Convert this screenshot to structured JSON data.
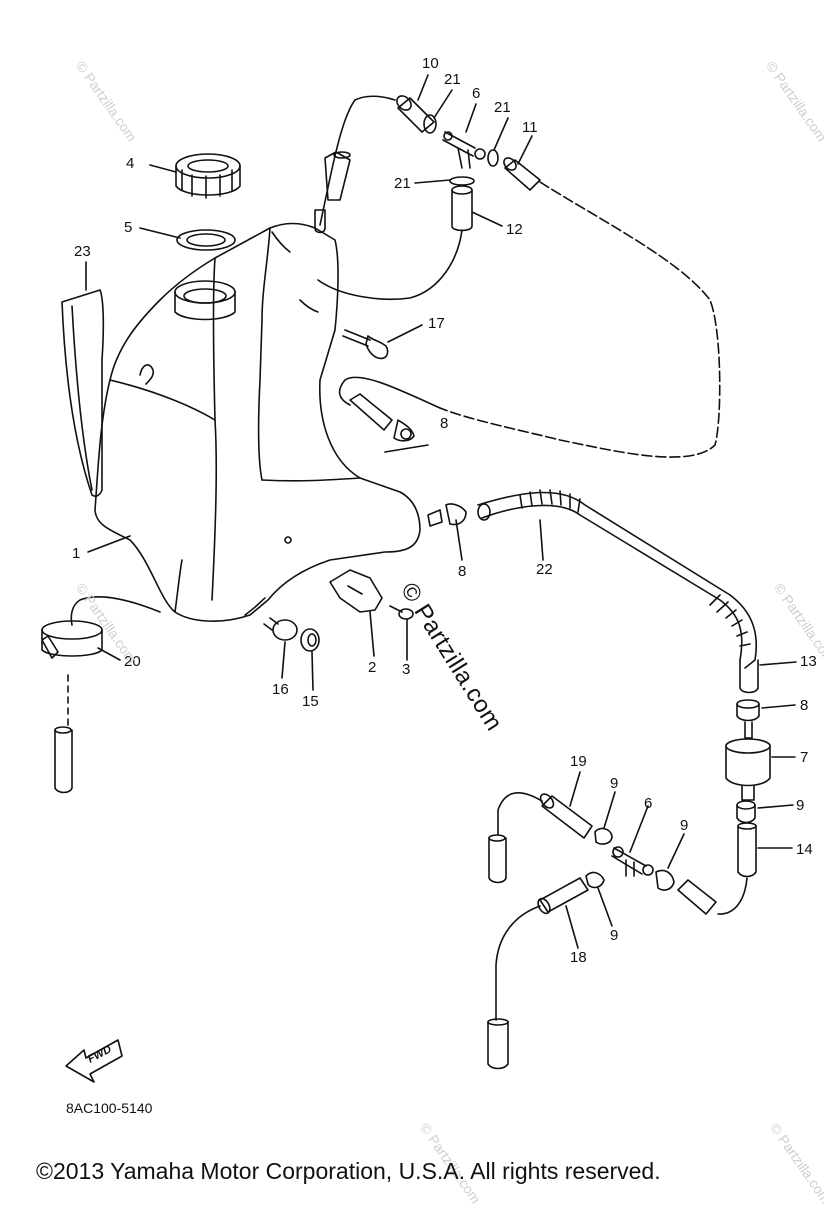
{
  "diagram": {
    "part_labels": [
      "10",
      "21",
      "6",
      "21",
      "11",
      "4",
      "21",
      "12",
      "5",
      "23",
      "17",
      "8",
      "1",
      "8",
      "22",
      "13",
      "20",
      "2",
      "3",
      "16",
      "15",
      "8",
      "7",
      "19",
      "9",
      "6",
      "9",
      "9",
      "14",
      "18",
      "9"
    ],
    "watermark_main": "© Partzilla.com",
    "watermark_faint": "© Partzilla.com",
    "fwd_label": "FWD",
    "diagram_code": "8AC100-5140",
    "copyright": "©2013  Yamaha Motor Corporation, U.S.A. All rights reserved."
  }
}
